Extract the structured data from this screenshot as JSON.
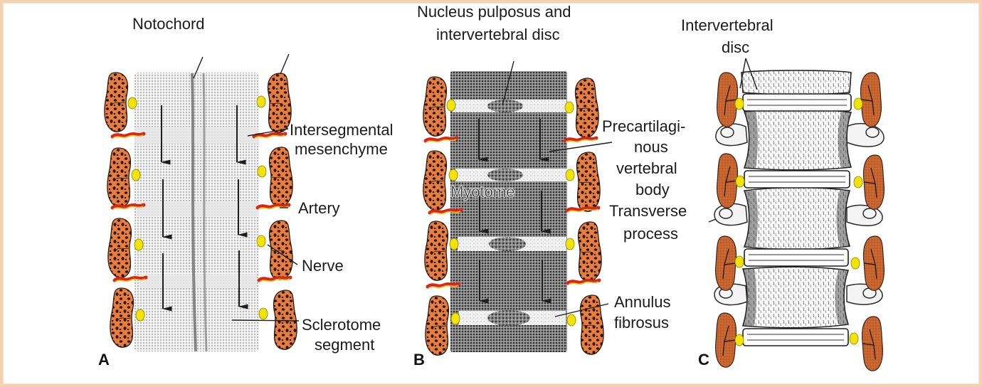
{
  "figure": {
    "panels": [
      {
        "letter": "A",
        "labels": {
          "notochord": "Notochord",
          "intersegmental_1": "Intersegmental",
          "intersegmental_2": "mesenchyme",
          "artery": "Artery",
          "nerve": "Nerve",
          "sclerotome_1": "Sclerotome",
          "sclerotome_2": "segment"
        }
      },
      {
        "letter": "B",
        "labels": {
          "nucleus_1": "Nucleus pulposus and",
          "nucleus_2": "intervertebral disc",
          "myotome": "Myotome",
          "precart_1": "Precartilagi-",
          "precart_2": "nous",
          "precart_3": "vertebral",
          "precart_4": "body",
          "transverse_1": "Transverse",
          "transverse_2": "process",
          "annulus_1": "Annulus",
          "annulus_2": "fibrosus"
        }
      },
      {
        "letter": "C",
        "labels": {
          "ivd_1": "Intervertebral",
          "ivd_2": "disc"
        }
      }
    ],
    "colors": {
      "border": "#f3d2b4",
      "myotome_fill": "#e8773a",
      "spot": "#1a1a1a",
      "nerve_ganglion": "#f2e400",
      "artery_red": "#d9261c",
      "artery_yellow": "#f0c419",
      "sclerotome_light": "#d8d8d8",
      "sclerotome_dark": "#6c6c6c",
      "muscle_brown": "#c2622e"
    }
  }
}
